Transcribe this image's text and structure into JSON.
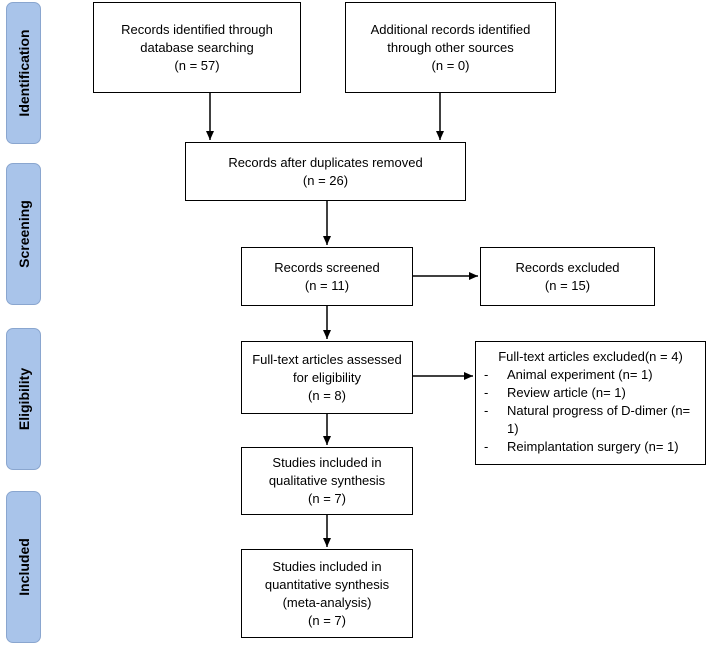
{
  "phases": {
    "identification": "Identification",
    "screening": "Screening",
    "eligibility": "Eligibility",
    "included": "Included"
  },
  "boxes": {
    "db_search": [
      "Records identified through",
      "database searching",
      "(n = 57)"
    ],
    "other_sources": [
      "Additional records identified",
      "through other sources",
      "(n = 0)"
    ],
    "after_duplicates": [
      "Records after duplicates removed",
      "(n = 26)"
    ],
    "screened": [
      "Records screened",
      "(n = 11)"
    ],
    "excluded": [
      "Records excluded",
      "(n = 15)"
    ],
    "full_text": [
      "Full-text articles assessed",
      "for eligibility",
      "(n =  8)"
    ],
    "qualitative": [
      "Studies included in",
      "qualitative synthesis",
      "(n =  7)"
    ],
    "quantitative": [
      "Studies included in",
      "quantitative synthesis",
      "(meta-analysis)",
      "(n = 7)"
    ]
  },
  "full_text_excluded": {
    "title": "Full-text articles excluded(n =  4)",
    "items": [
      "Animal experiment (n= 1)",
      "Review article (n= 1)",
      "Natural progress of D-dimer (n= 1)",
      "Reimplantation surgery (n= 1)"
    ]
  }
}
